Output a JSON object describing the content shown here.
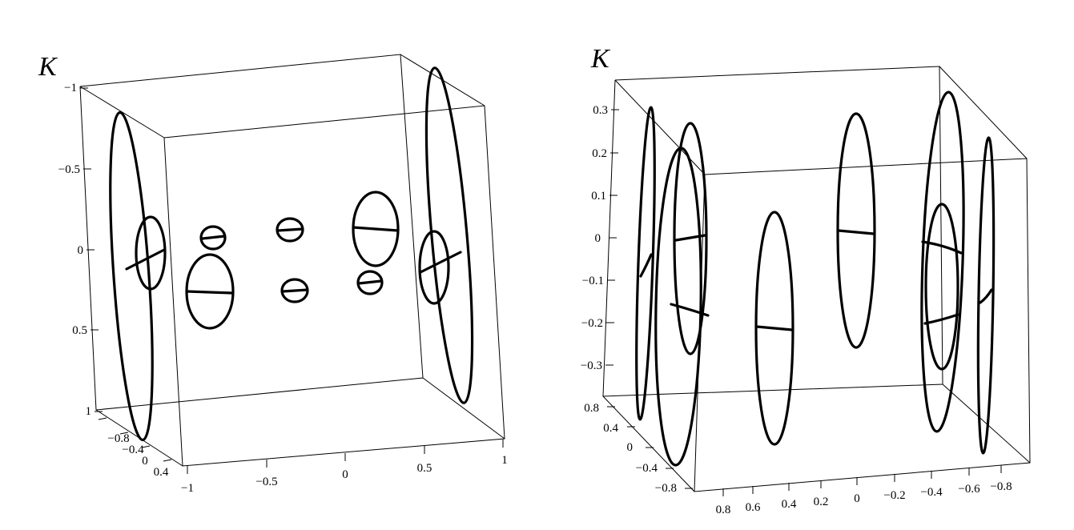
{
  "panels": [
    {
      "axis_symbol": "K",
      "vertical_ticks": [
        "−1",
        "−0.5",
        "0",
        "0.5",
        "1"
      ],
      "bottom_ticks": [
        "−1",
        "−0.5",
        "0",
        "0.5",
        "1"
      ],
      "depth_ticks": [
        "−0.8",
        "−0.4",
        "0",
        "0.4"
      ]
    },
    {
      "axis_symbol": "K",
      "vertical_ticks": [
        "0.3",
        "0.2",
        "0.1",
        "0",
        "−0.1",
        "−0.2",
        "−0.3"
      ],
      "bottom_ticks": [
        "0.8",
        "0.6",
        "0.4",
        "0.2",
        "0",
        "−0.2",
        "−0.4",
        "−0.6",
        "−0.8"
      ],
      "depth_ticks": [
        "0.8",
        "0.4",
        "0",
        "−0.4",
        "−0.8"
      ]
    }
  ]
}
